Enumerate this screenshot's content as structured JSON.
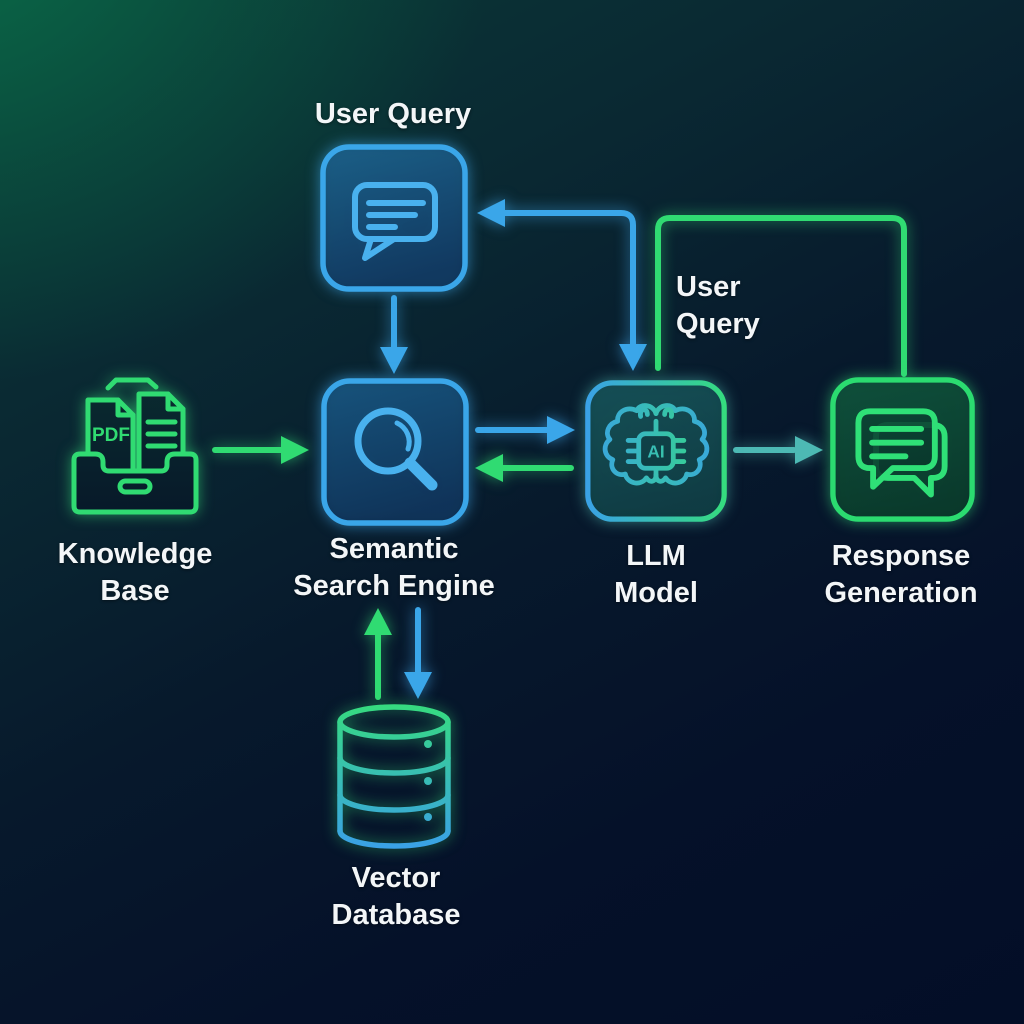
{
  "diagram": {
    "kind": "flow-diagram",
    "background_colors": {
      "top_left_green": "#0b5a42",
      "base_navy": "#030e27"
    },
    "accent_colors": {
      "blue": "#3aa6e9",
      "green": "#30db72",
      "teal": "#4db9b4",
      "text": "#f3f6f8"
    },
    "nodes": [
      {
        "id": "user-query",
        "label": "User Query",
        "icon": "chat-bubble-icon",
        "accent": "#3aa6e9"
      },
      {
        "id": "knowledge-base",
        "label": "Knowledge Base",
        "label_lines": [
          "Knowledge",
          "Base"
        ],
        "icon": "document-tray-icon",
        "icon_text": "PDF",
        "accent": "#30db72"
      },
      {
        "id": "semantic-search-engine",
        "label": "Semantic Search Engine",
        "label_lines": [
          "Semantic",
          "Search Engine"
        ],
        "icon": "magnifier-icon",
        "accent": "#3aa6e9"
      },
      {
        "id": "llm-model",
        "label": "LLM Model",
        "label_lines": [
          "LLM",
          "Model"
        ],
        "icon": "brain-chip-icon",
        "icon_text": "AI",
        "accent": "#3aa6e9 to #30db72 gradient"
      },
      {
        "id": "response-generation",
        "label": "Response Generation",
        "label_lines": [
          "Response",
          "Generation"
        ],
        "icon": "chat-bubbles-icon",
        "accent": "#30db72"
      },
      {
        "id": "vector-database",
        "label": "Vector Database",
        "label_lines": [
          "Vector",
          "Database"
        ],
        "icon": "database-cylinder-icon",
        "accent": "#30db72 to #3aa6e9 gradient"
      }
    ],
    "edges": [
      {
        "from": "user-query",
        "to": "semantic-search-engine",
        "color": "#3aa6e9",
        "style": "straight-down-arrow"
      },
      {
        "from": "knowledge-base",
        "to": "semantic-search-engine",
        "color": "#30db72",
        "style": "straight-right-arrow"
      },
      {
        "from": "semantic-search-engine",
        "to": "llm-model",
        "color": "#3aa6e9",
        "style": "straight-right-arrow"
      },
      {
        "from": "llm-model",
        "to": "semantic-search-engine",
        "color": "#30db72",
        "style": "straight-left-arrow"
      },
      {
        "from": "llm-model",
        "to": "response-generation",
        "color": "#4db9b4",
        "style": "straight-right-arrow"
      },
      {
        "from": "semantic-search-engine",
        "to": "vector-database",
        "color": "#3aa6e9",
        "style": "straight-down-arrow"
      },
      {
        "from": "vector-database",
        "to": "semantic-search-engine",
        "color": "#30db72",
        "style": "straight-up-arrow"
      },
      {
        "from": "response-generation",
        "to": "llm-model",
        "color": "#30db72",
        "style": "rounded-elbow-over-top",
        "arrowheads": "none"
      },
      {
        "from": "llm-model-top",
        "to": "user-query",
        "color": "#3aa6e9",
        "style": "rounded-elbow",
        "arrowheads": "both-ends",
        "label": "User Query"
      }
    ],
    "edge_label": {
      "text": "User Query",
      "lines": [
        "User",
        "Query"
      ]
    }
  }
}
